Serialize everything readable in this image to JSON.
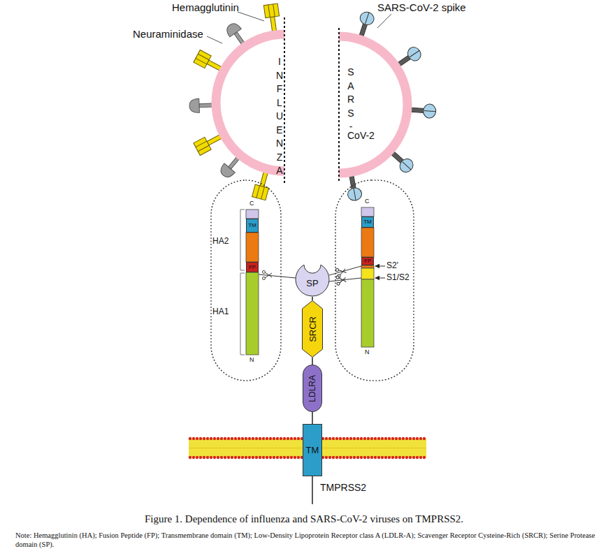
{
  "diagram": {
    "caption": "Figure 1. Dependence of influenza and SARS-CoV-2 viruses on TMPRSS2.",
    "nodes": [
      {
        "text": [
          "TM"
        ]
      },
      {
        "text": [
          "FP"
        ]
      },
      {
        "text": [
          "TM"
        ]
      },
      {
        "text": [
          "FP"
        ]
      },
      {
        "text": [
          "SP"
        ]
      },
      {
        "text": [
          "SRCR"
        ]
      },
      {
        "text": [
          "LDLRA"
        ]
      },
      {
        "text": [
          "TM"
        ]
      }
    ],
    "edges": [
      {
        "from": 4,
        "to": 5,
        "arrow": "none"
      },
      {
        "from": 5,
        "to": 6,
        "arrow": "none"
      },
      {
        "from": 6,
        "to": 7,
        "arrow": "none"
      }
    ],
    "labels": [
      "Hemagglutinin",
      "Neuraminidase",
      "SARS-CoV-2 spike",
      "INFLUENZA",
      "SARS-",
      "CoV-2",
      "C",
      "HA2",
      "HA1",
      "N",
      "C",
      "S2'",
      "S1/S2",
      "N",
      "TMPRSS2",
      "Note: Hemagglutinin (HA); Fusion Peptide (FP); Transmembrane domain (TM); Low-Density Lipoprotein Receptor class A (LDLR-A); Scavenger Receptor Cysteine-Rich (SRCR); Serine Protease domain (SP)."
    ]
  }
}
